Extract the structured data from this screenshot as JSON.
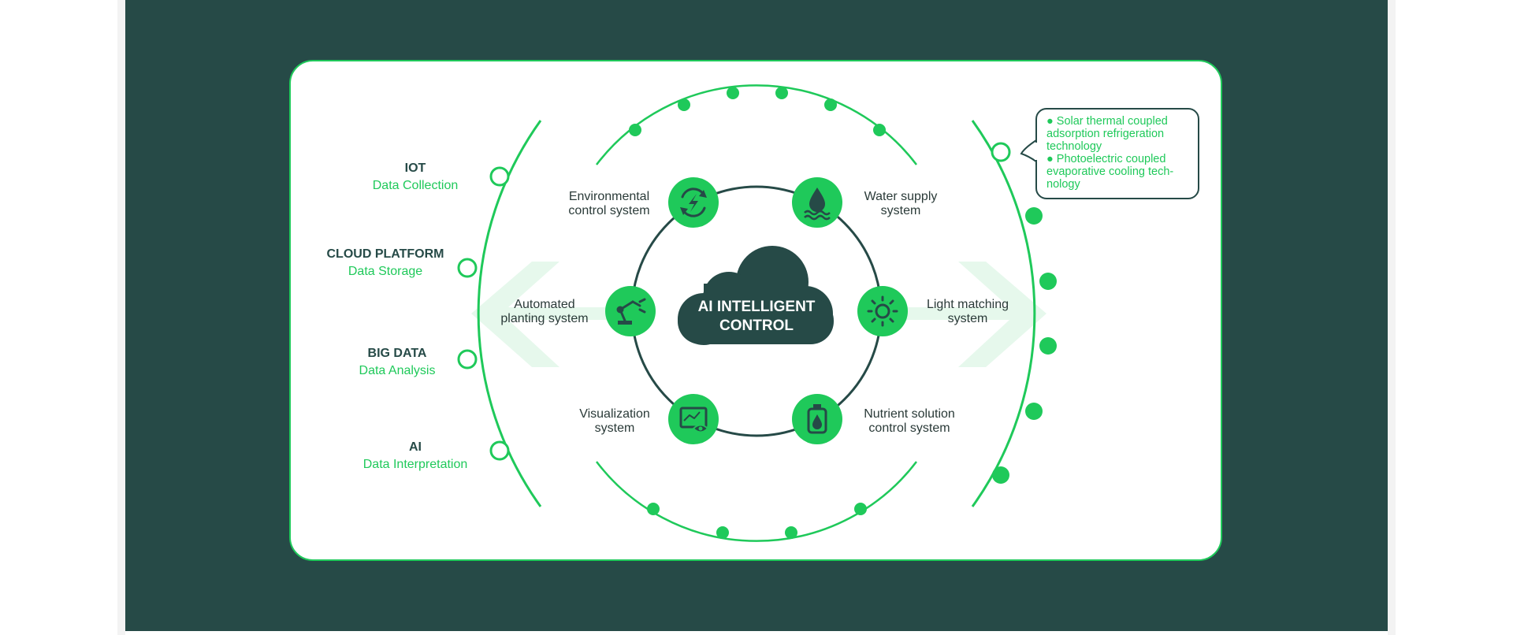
{
  "center": {
    "line1": "AI INTELLIGENT",
    "line2": "CONTROL"
  },
  "systems": {
    "environmental": {
      "line1": "Environmental",
      "line2": "control system",
      "icon": "cycle-bolt-icon"
    },
    "water": {
      "line1": "Water supply",
      "line2": "system",
      "icon": "water-drop-icon"
    },
    "planting": {
      "line1": "Automated",
      "line2": "planting system",
      "icon": "robot-arm-icon"
    },
    "light": {
      "line1": "Light matching",
      "line2": "system",
      "icon": "sun-icon"
    },
    "visualization": {
      "line1": "Visualization",
      "line2": "system",
      "icon": "monitor-eye-icon"
    },
    "nutrient": {
      "line1": "Nutrient solution",
      "line2": "control system",
      "icon": "bottle-drop-icon"
    }
  },
  "left_items": [
    {
      "title": "IOT",
      "subtitle": "Data Collection"
    },
    {
      "title": "CLOUD PLATFORM",
      "subtitle": "Data Storage"
    },
    {
      "title": "BIG DATA",
      "subtitle": "Data Analysis"
    },
    {
      "title": "AI",
      "subtitle": "Data Interpretation"
    }
  ],
  "callout": {
    "bullet1": "● Solar thermal coupled adsorption refrigeration technology",
    "bullet2": "● Photoelectric coupled evaporative cooling tech-nology"
  },
  "colors": {
    "dark": "#264a47",
    "green": "#1fc95a",
    "light_green": "#e6f8ec"
  }
}
